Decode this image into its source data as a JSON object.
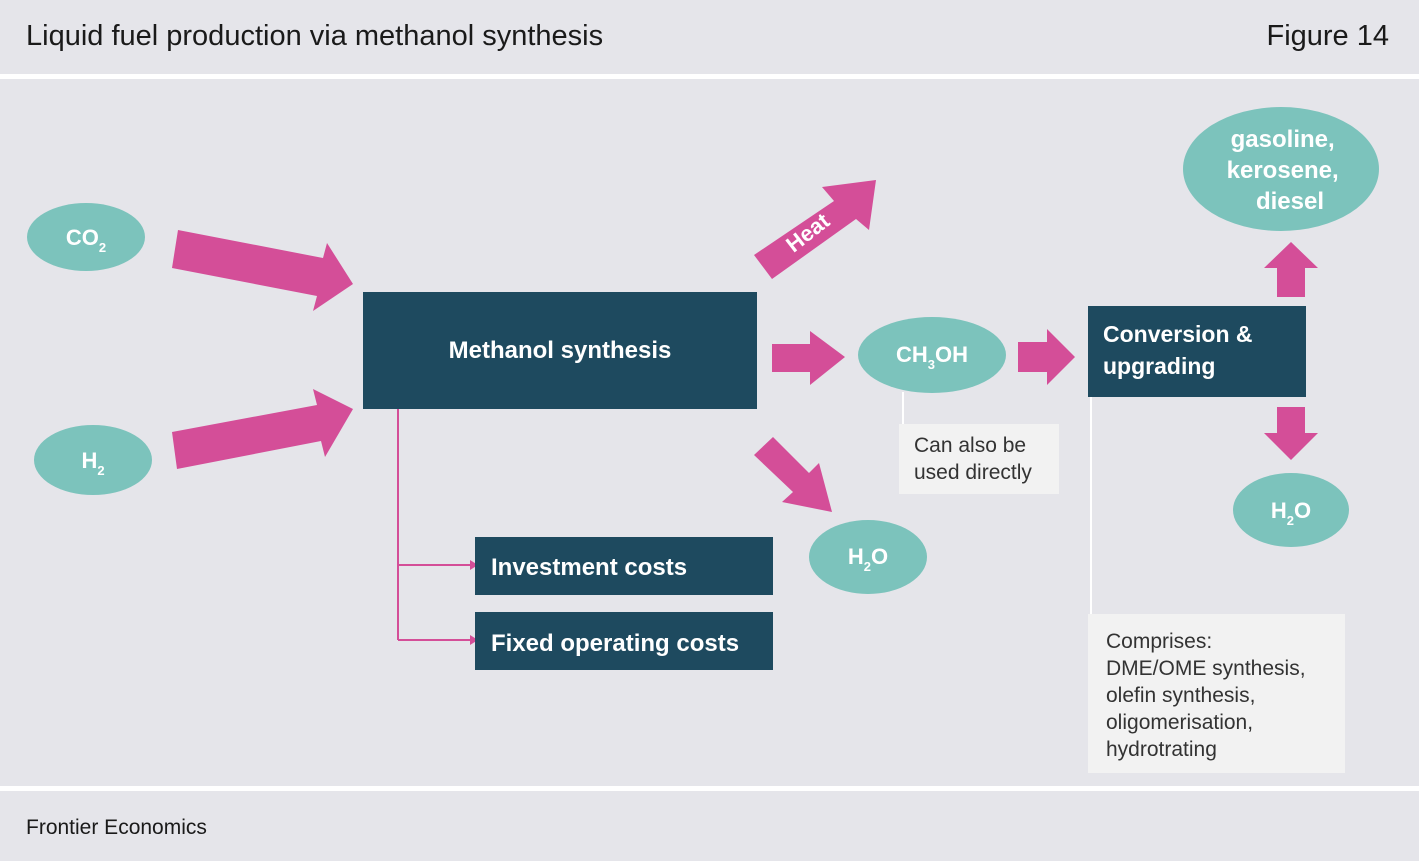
{
  "header": {
    "title": "Liquid fuel production via methanol synthesis",
    "figure": "Figure 14"
  },
  "footer": {
    "source": "Frontier Economics"
  },
  "nodes": {
    "co2": {
      "main": "CO",
      "sub": "2"
    },
    "h2": {
      "main": "H",
      "sub": "2"
    },
    "methanol_synthesis": "Methanol synthesis",
    "heat": "Heat",
    "ch3oh": {
      "a": "CH",
      "sub": "3",
      "b": "OH"
    },
    "h2o_mid": {
      "a": "H",
      "sub": "2",
      "b": "O"
    },
    "h2o_right": {
      "a": "H",
      "sub": "2",
      "b": "O"
    },
    "conversion": {
      "line1": "Conversion &",
      "line2": "upgrading"
    },
    "products": {
      "line1": "gasoline,",
      "line2": "kerosene,",
      "line3": "diesel"
    },
    "investment_costs": "Investment costs",
    "fixed_operating_costs": "Fixed operating costs"
  },
  "notes": {
    "direct_use": {
      "line1": "Can also be",
      "line2": "used directly"
    },
    "comprises": {
      "line1": "Comprises:",
      "line2": "DME/OME synthesis,",
      "line3": "olefin synthesis,",
      "line4": "oligomerisation,",
      "line5": "hydrotrating"
    }
  },
  "colors": {
    "teal": "#7cc3bc",
    "navy": "#1e4a5f",
    "pink": "#d44e98",
    "note_bg": "#f2f2f2",
    "background": "#e5e5ea"
  }
}
